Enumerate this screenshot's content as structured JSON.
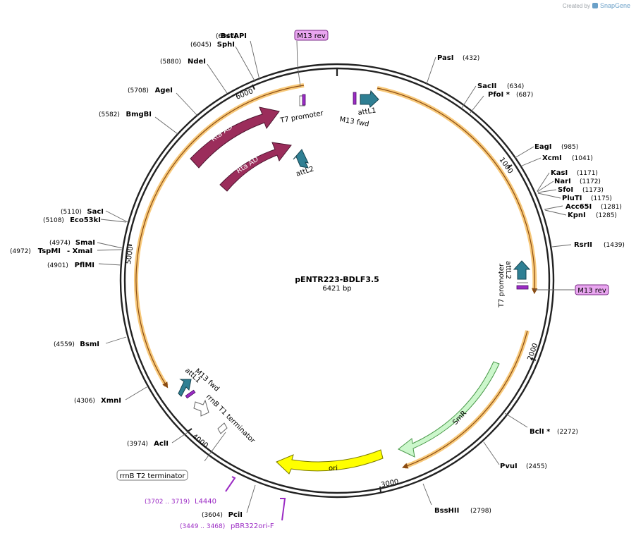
{
  "credit": {
    "prefix": "Created by",
    "brand": "SnapGene"
  },
  "plasmid": {
    "name": "pENTR223-BDLF3.5",
    "size_label": "6421 bp"
  },
  "ticks": [
    "1000",
    "2000",
    "3000",
    "4000",
    "5000",
    "6000"
  ],
  "enzymes": [
    {
      "name": "BstAPI",
      "pos": "(6047)"
    },
    {
      "name": "SphI",
      "pos": "(6045)"
    },
    {
      "name": "NdeI",
      "pos": "(5880)"
    },
    {
      "name": "AgeI",
      "pos": "(5708)"
    },
    {
      "name": "BmgBI",
      "pos": "(5582)"
    },
    {
      "name": "SacI",
      "pos": "(5110)"
    },
    {
      "name": "Eco53kI",
      "pos": "(5108)"
    },
    {
      "name": "SmaI",
      "pos": "(4974)"
    },
    {
      "name": "TspMI",
      "pos": "(4972)",
      "extra": "- XmaI"
    },
    {
      "name": "PflMI",
      "pos": "(4901)"
    },
    {
      "name": "BsmI",
      "pos": "(4559)"
    },
    {
      "name": "XmnI",
      "pos": "(4306)"
    },
    {
      "name": "AclI",
      "pos": "(3974)"
    },
    {
      "name": "PciI",
      "pos": "(3604)"
    },
    {
      "name": "PasI",
      "pos": "(432)"
    },
    {
      "name": "SacII",
      "pos": "(634)"
    },
    {
      "name": "PfoI *",
      "pos": "(687)"
    },
    {
      "name": "EagI",
      "pos": "(985)"
    },
    {
      "name": "XcmI",
      "pos": "(1041)"
    },
    {
      "name": "KasI",
      "pos": "(1171)"
    },
    {
      "name": "NarI",
      "pos": "(1172)"
    },
    {
      "name": "SfoI",
      "pos": "(1173)"
    },
    {
      "name": "PluTI",
      "pos": "(1175)"
    },
    {
      "name": "Acc65I",
      "pos": "(1281)"
    },
    {
      "name": "KpnI",
      "pos": "(1285)"
    },
    {
      "name": "RsrII",
      "pos": "(1439)"
    },
    {
      "name": "BclI *",
      "pos": "(2272)"
    },
    {
      "name": "PvuI",
      "pos": "(2455)"
    },
    {
      "name": "BssHII",
      "pos": "(2798)"
    }
  ],
  "primers": [
    {
      "label": "M13 rev"
    },
    {
      "label": "M13 rev"
    },
    {
      "label": "L4440",
      "range": "(3702 .. 3719)"
    },
    {
      "label": "pBR322ori-F",
      "range": "(3449 .. 3468)"
    }
  ],
  "features": {
    "rta_ad_1": "Rta AD",
    "rta_ad_2": "Rta AD",
    "attL2_top": "attL2",
    "attL1_top": "attL1",
    "m13fwd_top": "M13 fwd",
    "t7_top": "T7 promoter",
    "attL2_right": "attL2",
    "t7_right": "T7 promoter",
    "smr": "SmR",
    "ori": "ori",
    "m13fwd_left": "M13 fwd",
    "attL1_left": "attL1",
    "rrnb_t1": "rrnB T1 terminator",
    "rrnb_t2": "rrnB T2 terminator"
  },
  "colors": {
    "backbone": "#222222",
    "rta_ad": "#9b2d5b",
    "att": "#2f7f93",
    "smr": "#ccf7cc",
    "ori": "#ffff00",
    "primer_fill": "#e9a6f0",
    "primer_site": "#9b2bc4",
    "orf_glow": "#f8c97a",
    "orf_line": "#8a4b12"
  }
}
